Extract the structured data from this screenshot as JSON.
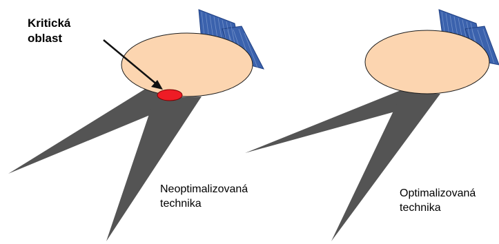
{
  "colors": {
    "head": "#fcd5b0",
    "head_outline": "#1a1a1a",
    "beam": "#545454",
    "collimator": "#3b62ad",
    "collimator_lines": "#9fb7e0",
    "critical_area": "#ee1c25",
    "arrow": "#111111"
  },
  "left_figure": {
    "critical_label_line1": "Kritická",
    "critical_label_line2": "oblast",
    "caption_line1": "Neoptimalizovaná",
    "caption_line2": "technika"
  },
  "right_figure": {
    "caption_line1": "Optimalizovaná",
    "caption_line2": "technika"
  },
  "icons": [
    "collimator-fan-icon",
    "arrow-icon"
  ]
}
